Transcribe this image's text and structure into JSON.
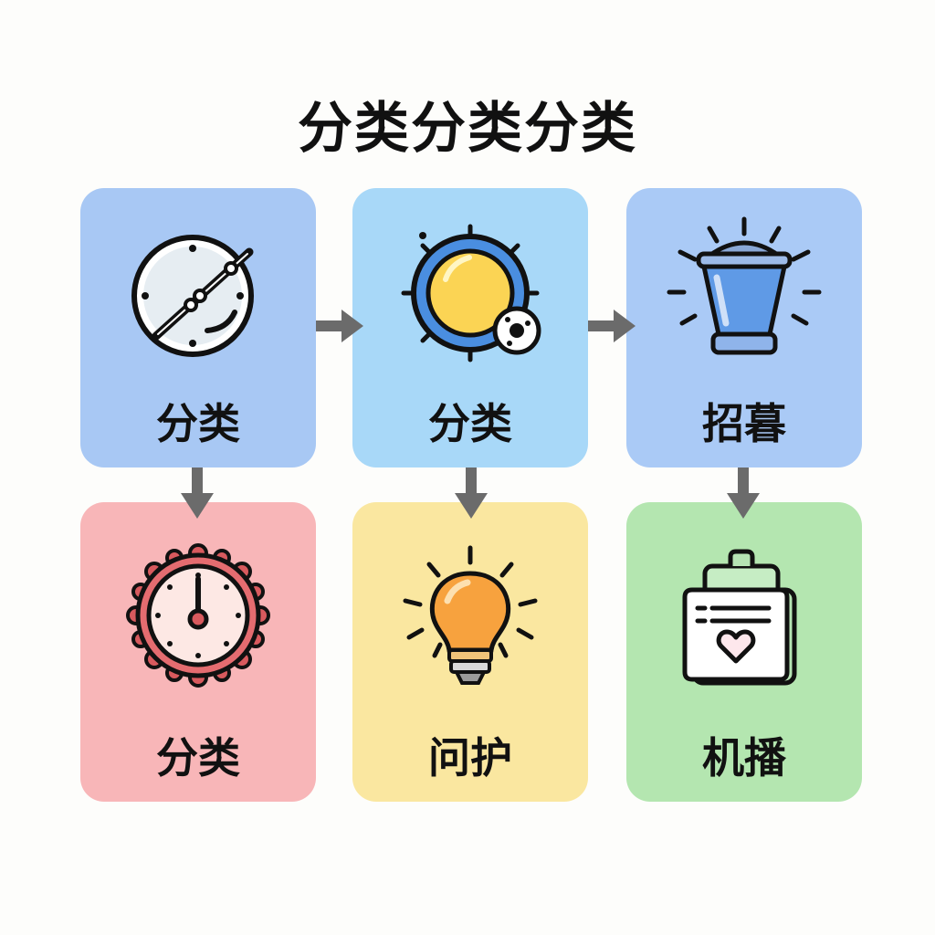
{
  "title": "分类分类分类",
  "cards": [
    {
      "label": "分类",
      "icon": "compass-icon",
      "color": "#a8c8f4"
    },
    {
      "label": "分类",
      "icon": "sun-wheel-icon",
      "color": "#a8d8f8"
    },
    {
      "label": "招暮",
      "icon": "glowing-cup-icon",
      "color": "#aacaf6"
    },
    {
      "label": "分类",
      "icon": "clock-gear-icon",
      "color": "#f8b6b8"
    },
    {
      "label": "问护",
      "icon": "lightbulb-icon",
      "color": "#fae7a0"
    },
    {
      "label": "机播",
      "icon": "clipboard-heart-icon",
      "color": "#b4e6b0"
    }
  ],
  "connections": [
    {
      "from": 0,
      "to": 1
    },
    {
      "from": 1,
      "to": 2
    },
    {
      "from": 0,
      "to": 3
    },
    {
      "from": 1,
      "to": 4
    },
    {
      "from": 2,
      "to": 5
    }
  ],
  "arrow_color": "#6b6b6b"
}
